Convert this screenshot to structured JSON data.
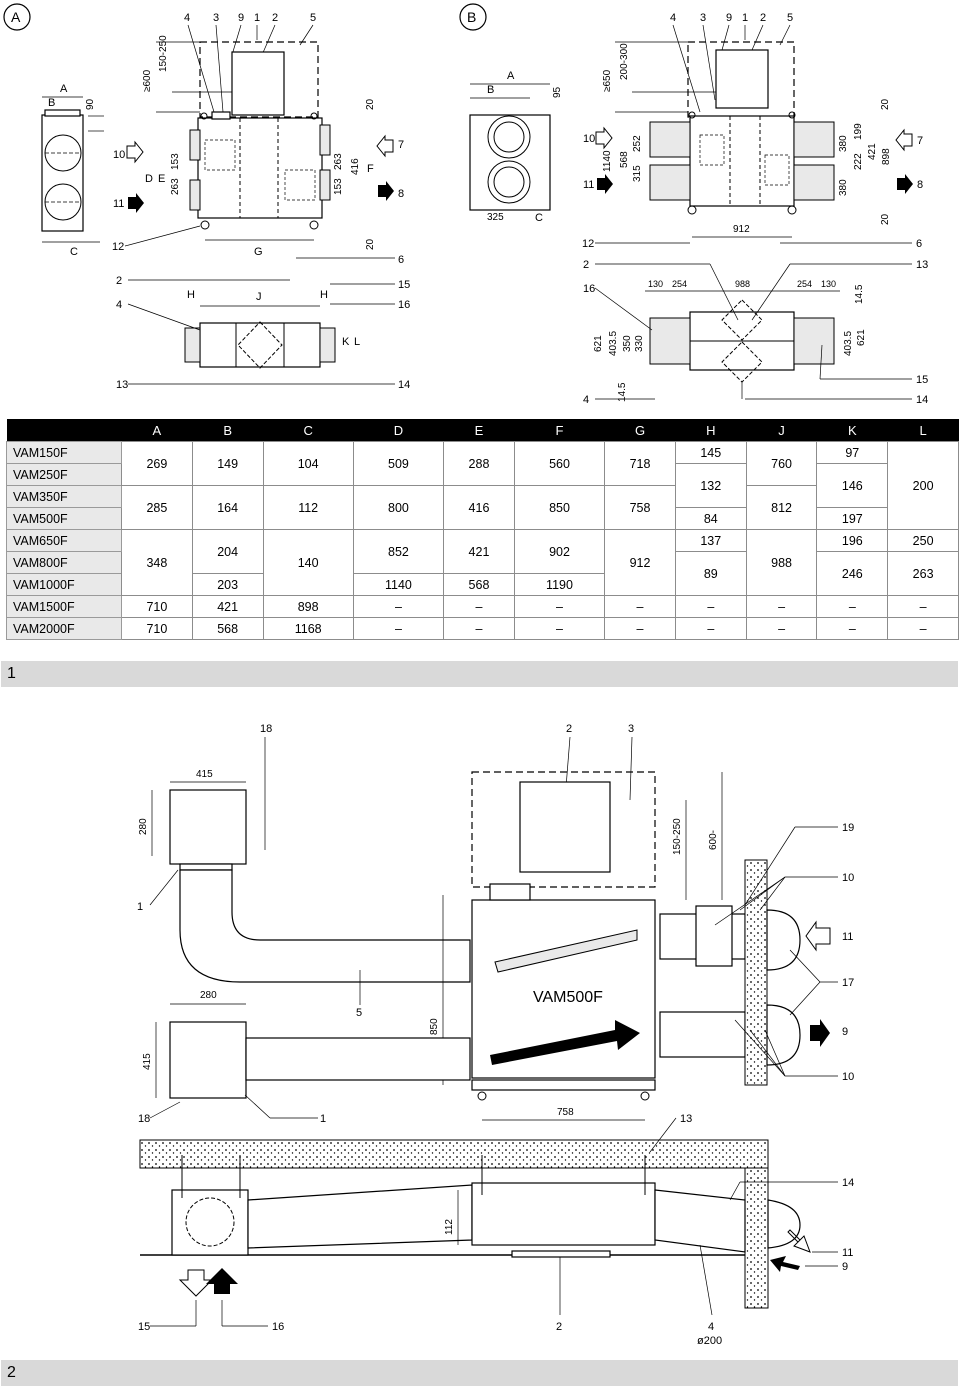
{
  "figure1": {
    "panel_a": "A",
    "panel_b": "B",
    "section_number": "1",
    "labels_a": {
      "top_numbers": [
        "4",
        "3",
        "9",
        "1",
        "2",
        "5"
      ],
      "A": "A",
      "B": "B",
      "C": "C",
      "D": "D",
      "E": "E",
      "F": "F",
      "G": "G",
      "H": "H",
      "J": "J",
      "K": "K",
      "L": "L",
      "n90": "90",
      "n150_250": "150-250",
      "n600": "≥600",
      "n20": "20",
      "n263": "263",
      "n153": "153",
      "n416": "416",
      "n10": "10",
      "n11": "11",
      "n7": "7",
      "n8": "8",
      "n12": "12",
      "n6": "6",
      "n2": "2",
      "n4": "4",
      "n15": "15",
      "n16": "16",
      "n13": "13",
      "n14": "14"
    },
    "labels_b": {
      "top_numbers": [
        "4",
        "3",
        "9",
        "1",
        "2",
        "5"
      ],
      "A": "A",
      "B": "B",
      "C": "C",
      "n95": "95",
      "n200_300": "200-300",
      "n650": "≥650",
      "n20": "20",
      "n1140": "1140",
      "n568": "568",
      "n315": "315",
      "n252": "252",
      "n380": "380",
      "n222": "222",
      "n199": "199",
      "n421": "421",
      "n898": "898",
      "n325": "325",
      "n912": "912",
      "n130": "130",
      "n254": "254",
      "n988": "988",
      "n14_5": "14.5",
      "n621": "621",
      "n403_5": "403.5",
      "n350": "350",
      "n330": "330",
      "n10": "10",
      "n11": "11",
      "n7": "7",
      "n8": "8",
      "n12": "12",
      "n6": "6",
      "n2": "2",
      "n13": "13",
      "n16": "16",
      "n15": "15",
      "n4": "4",
      "n14": "14"
    }
  },
  "table": {
    "headers": [
      "",
      "A",
      "B",
      "C",
      "D",
      "E",
      "F",
      "G",
      "H",
      "J",
      "K",
      "L"
    ],
    "models": [
      "VAM150F",
      "VAM250F",
      "VAM350F",
      "VAM500F",
      "VAM650F",
      "VAM800F",
      "VAM1000F",
      "VAM1500F",
      "VAM2000F"
    ],
    "g1": {
      "A": "269",
      "B": "149",
      "C": "104",
      "D": "509",
      "E": "288",
      "F": "560",
      "G": "718",
      "H1": "145",
      "J": "760",
      "K1": "97"
    },
    "h_mid": "132",
    "k_mid": "146",
    "l_top": "200",
    "g2": {
      "A": "285",
      "B": "164",
      "C": "112",
      "D": "800",
      "E": "416",
      "F": "850",
      "G": "758",
      "J": "812",
      "H": "84",
      "K": "197"
    },
    "g3": {
      "H": "137",
      "K": "196",
      "L": "250",
      "B": "204",
      "D": "852",
      "E": "421",
      "F": "902",
      "A": "348",
      "C": "140",
      "G": "912",
      "J": "988",
      "H2": "89",
      "K2": "246",
      "L2": "263",
      "B2": "203",
      "D2": "1140",
      "E2": "568",
      "F2": "1190"
    },
    "r1500": {
      "A": "710",
      "B": "421",
      "C": "898"
    },
    "r2000": {
      "A": "710",
      "B": "568",
      "C": "1168"
    },
    "dash": "–"
  },
  "figure2": {
    "section_number": "2",
    "unit_label": "VAM500F",
    "labels": {
      "n18": "18",
      "n2": "2",
      "n3": "3",
      "n415": "415",
      "n280": "280",
      "n150_250": "150-250",
      "n600": "600-",
      "n19": "19",
      "n10": "10",
      "n1": "1",
      "n11": "11",
      "n17": "17",
      "n5": "5",
      "n850": "850",
      "n9": "9",
      "n758": "758",
      "n13": "13",
      "n14": "14",
      "n112": "112",
      "n15": "15",
      "n16": "16",
      "n4": "4",
      "d200": "ø200"
    }
  }
}
